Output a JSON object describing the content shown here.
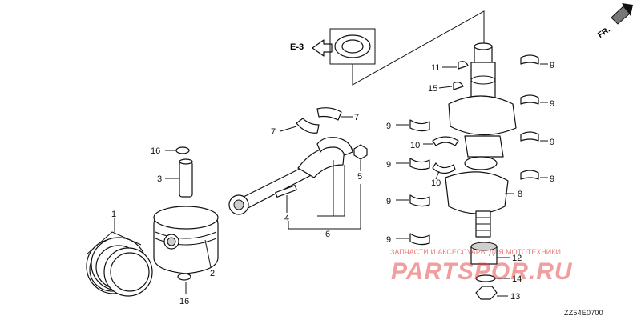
{
  "diagram": {
    "code": "ZZ54E0700",
    "front_marker": "FR.",
    "reference": "E-3",
    "callouts": {
      "c1": "1",
      "c2": "2",
      "c3": "3",
      "c4": "4",
      "c5": "5",
      "c6": "6",
      "c7a": "7",
      "c7b": "7",
      "c8": "8",
      "c9a": "9",
      "c9b": "9",
      "c9c": "9",
      "c9d": "9",
      "c9e": "9",
      "c9f": "9",
      "c9g": "9",
      "c9h": "9",
      "c10a": "10",
      "c10b": "10",
      "c11": "11",
      "c12": "12",
      "c13": "13",
      "c14": "14",
      "c15": "15",
      "c16a": "16",
      "c16b": "16"
    }
  },
  "watermark": {
    "logo": "PARTSPOR.RU",
    "tagline": "ЗАПЧАСТИ И АКСЕССУАРЫ ДЛЯ МОТОТЕХНИКИ",
    "color": "#e23b3b"
  }
}
